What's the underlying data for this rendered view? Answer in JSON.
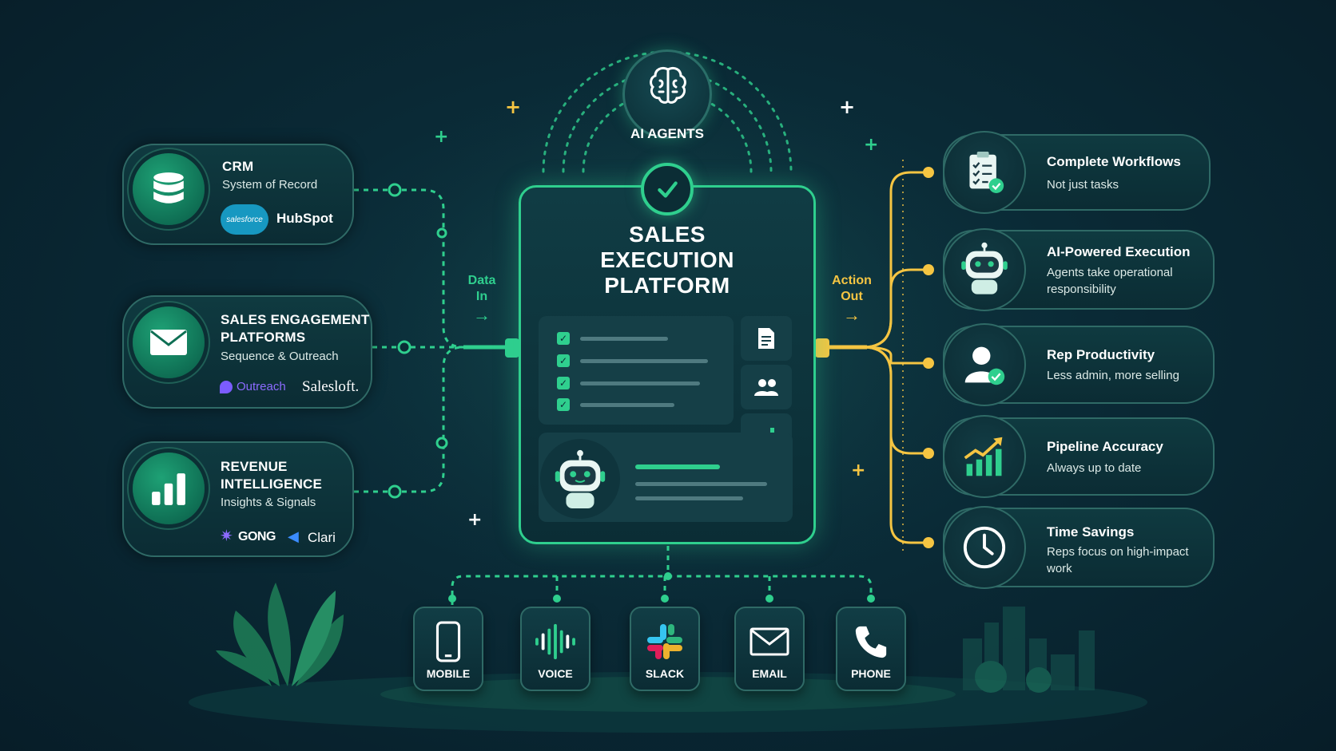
{
  "colors": {
    "green": "#2fcf8e",
    "yellow": "#f5c542",
    "panel": "#0b2d35",
    "border": "#2f6a66"
  },
  "hub": {
    "label": "AI AGENTS",
    "icon": "brain-icon"
  },
  "platform": {
    "title_line1": "SALES",
    "title_line2": "EXECUTION",
    "title_line3": "PLATFORM",
    "icon": "checkmark-icon"
  },
  "flow": {
    "data_in_line1": "Data",
    "data_in_line2": "In",
    "action_out_line1": "Action",
    "action_out_line2": "Out"
  },
  "sources": [
    {
      "title_line1": "CRM",
      "title_line2": "",
      "subtitle": "System of Record",
      "logos": [
        "salesforce",
        "HubSpot"
      ],
      "icon": "database-icon"
    },
    {
      "title_line1": "SALES ENGAGEMENT",
      "title_line2": "PLATFORMS",
      "subtitle": "Sequence & Outreach",
      "logos": [
        "Outreach",
        "Salesloft."
      ],
      "icon": "envelope-icon"
    },
    {
      "title_line1": "REVENUE",
      "title_line2": "INTELLIGENCE",
      "subtitle": "Insights & Signals",
      "logos": [
        "GONG",
        "Clari"
      ],
      "icon": "bar-chart-icon"
    }
  ],
  "outcomes": [
    {
      "title": "Complete Workflows",
      "subtitle": "Not just tasks",
      "icon": "checklist-icon"
    },
    {
      "title": "AI-Powered Execution",
      "subtitle": "Agents take operational responsibility",
      "icon": "robot-icon"
    },
    {
      "title": "Rep Productivity",
      "subtitle": "Less admin, more selling",
      "icon": "user-check-icon"
    },
    {
      "title": "Pipeline Accuracy",
      "subtitle": "Always up to date",
      "icon": "trend-up-icon"
    },
    {
      "title": "Time Savings",
      "subtitle": "Reps focus on high-impact work",
      "icon": "clock-icon"
    }
  ],
  "channels": [
    {
      "label": "MOBILE",
      "icon": "mobile-icon"
    },
    {
      "label": "VOICE",
      "icon": "waveform-icon"
    },
    {
      "label": "SLACK",
      "icon": "slack-icon"
    },
    {
      "label": "EMAIL",
      "icon": "email-icon"
    },
    {
      "label": "PHONE",
      "icon": "phone-icon"
    }
  ]
}
